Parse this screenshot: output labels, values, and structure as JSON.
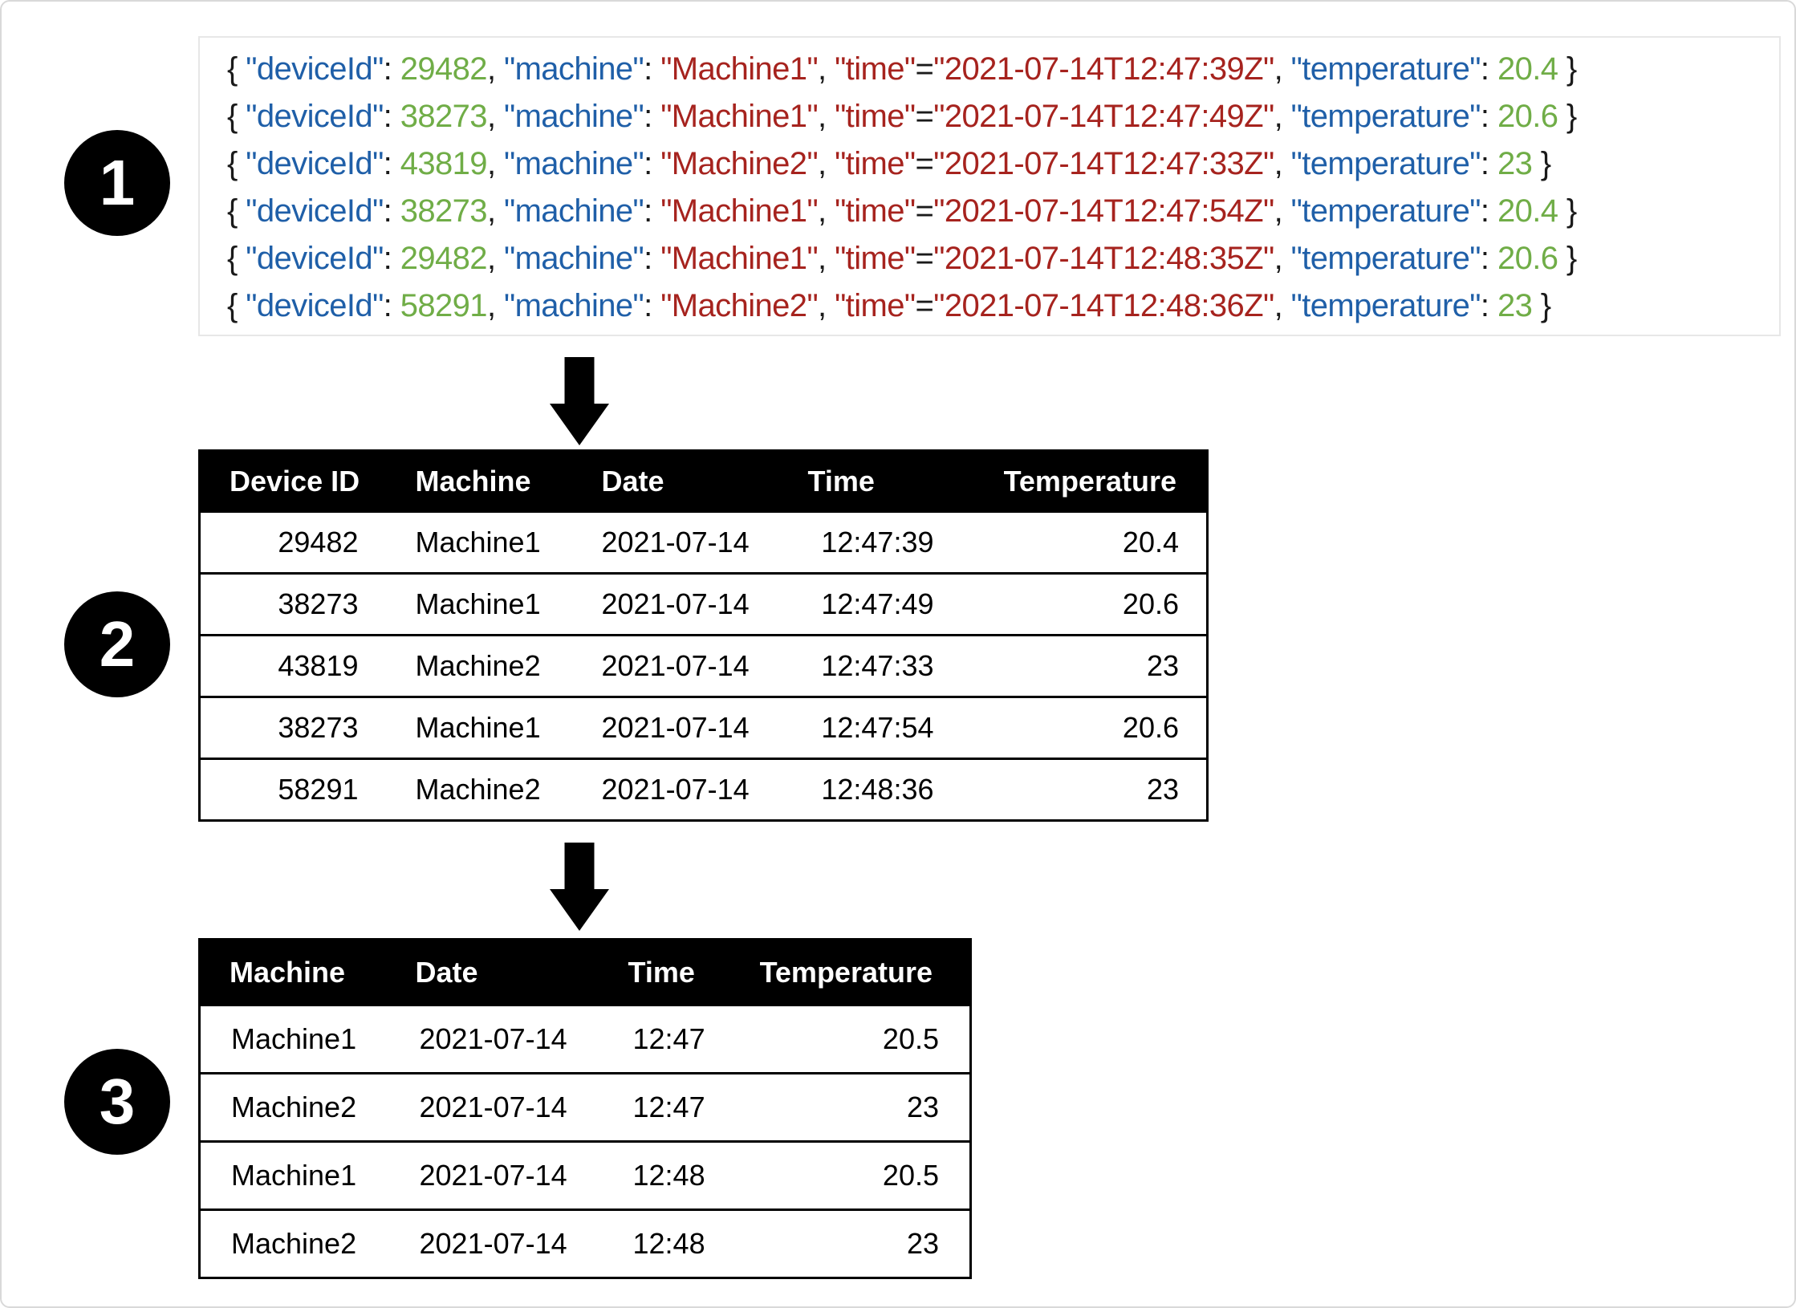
{
  "colors": {
    "key_blue": "#1F5FA8",
    "value_green": "#70AD47",
    "string_red": "#A6231E",
    "punct": "#1A1A1A",
    "table_header_bg": "#000000",
    "table_header_text": "#FFFFFF",
    "panel_border": "#E7E7E7",
    "frame_border": "#D9D9D9",
    "badge_bg": "#000000",
    "badge_text": "#FFFFFF",
    "arrow_black": "#000000"
  },
  "steps": {
    "badges": [
      "1",
      "2",
      "3"
    ]
  },
  "json_panel": {
    "fields": [
      {
        "key": "deviceId",
        "sep": ": ",
        "key_color": "blue",
        "value_color": "green",
        "quote_value": false
      },
      {
        "key": "machine",
        "sep": ": ",
        "key_color": "blue",
        "value_color": "red",
        "quote_value": true
      },
      {
        "key": "time",
        "sep": "=",
        "key_color": "red",
        "value_color": "red",
        "quote_value": true
      },
      {
        "key": "temperature",
        "sep": ": ",
        "key_color": "blue",
        "value_color": "green",
        "quote_value": false
      }
    ],
    "records": [
      {
        "deviceId": "29482",
        "machine": "Machine1",
        "time": "2021-07-14T12:47:39Z",
        "temperature": "20.4"
      },
      {
        "deviceId": "38273",
        "machine": "Machine1",
        "time": "2021-07-14T12:47:49Z",
        "temperature": "20.6"
      },
      {
        "deviceId": "43819",
        "machine": "Machine2",
        "time": "2021-07-14T12:47:33Z",
        "temperature": "23"
      },
      {
        "deviceId": "38273",
        "machine": "Machine1",
        "time": "2021-07-14T12:47:54Z",
        "temperature": "20.4"
      },
      {
        "deviceId": "29482",
        "machine": "Machine1",
        "time": "2021-07-14T12:48:35Z",
        "temperature": "20.6"
      },
      {
        "deviceId": "58291",
        "machine": "Machine2",
        "time": "2021-07-14T12:48:36Z",
        "temperature": "23"
      }
    ]
  },
  "raw_table": {
    "headers": [
      "Device ID",
      "Machine",
      "Date",
      "Time",
      "Temperature"
    ],
    "rows": [
      [
        "29482",
        "Machine1",
        "2021-07-14",
        "12:47:39",
        "20.4"
      ],
      [
        "38273",
        "Machine1",
        "2021-07-14",
        "12:47:49",
        "20.6"
      ],
      [
        "43819",
        "Machine2",
        "2021-07-14",
        "12:47:33",
        "23"
      ],
      [
        "38273",
        "Machine1",
        "2021-07-14",
        "12:47:54",
        "20.6"
      ],
      [
        "58291",
        "Machine2",
        "2021-07-14",
        "12:48:36",
        "23"
      ]
    ]
  },
  "aggregated_table": {
    "headers": [
      "Machine",
      "Date",
      "Time",
      "Temperature"
    ],
    "rows": [
      [
        "Machine1",
        "2021-07-14",
        "12:47",
        "20.5"
      ],
      [
        "Machine2",
        "2021-07-14",
        "12:47",
        "23"
      ],
      [
        "Machine1",
        "2021-07-14",
        "12:48",
        "20.5"
      ],
      [
        "Machine2",
        "2021-07-14",
        "12:48",
        "23"
      ]
    ]
  }
}
